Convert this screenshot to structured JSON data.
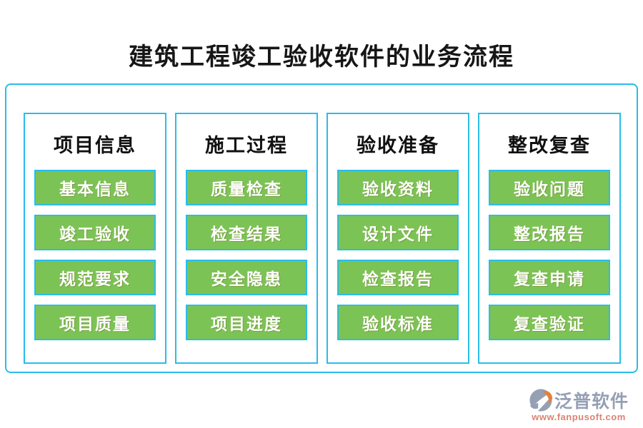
{
  "title": "建筑工程竣工验收软件的业务流程",
  "colors": {
    "border_cyan": "#29bde9",
    "button_green": "#7cc355",
    "title_color": "#161616",
    "brand_gray": "#96a0b4",
    "brand_url_color": "#dc8273",
    "brand_icon_orange": "#e2813f"
  },
  "columns": [
    {
      "header": "项目信息",
      "items": [
        "基本信息",
        "竣工验收",
        "规范要求",
        "项目质量"
      ]
    },
    {
      "header": "施工过程",
      "items": [
        "质量检查",
        "检查结果",
        "安全隐患",
        "项目进度"
      ]
    },
    {
      "header": "验收准备",
      "items": [
        "验收资料",
        "设计文件",
        "检查报告",
        "验收标准"
      ]
    },
    {
      "header": "整改复查",
      "items": [
        "验收问题",
        "整改报告",
        "复查申请",
        "复查验证"
      ]
    }
  ],
  "footer": {
    "brand": "泛普软件",
    "url": "www.fanpusoft.com"
  }
}
